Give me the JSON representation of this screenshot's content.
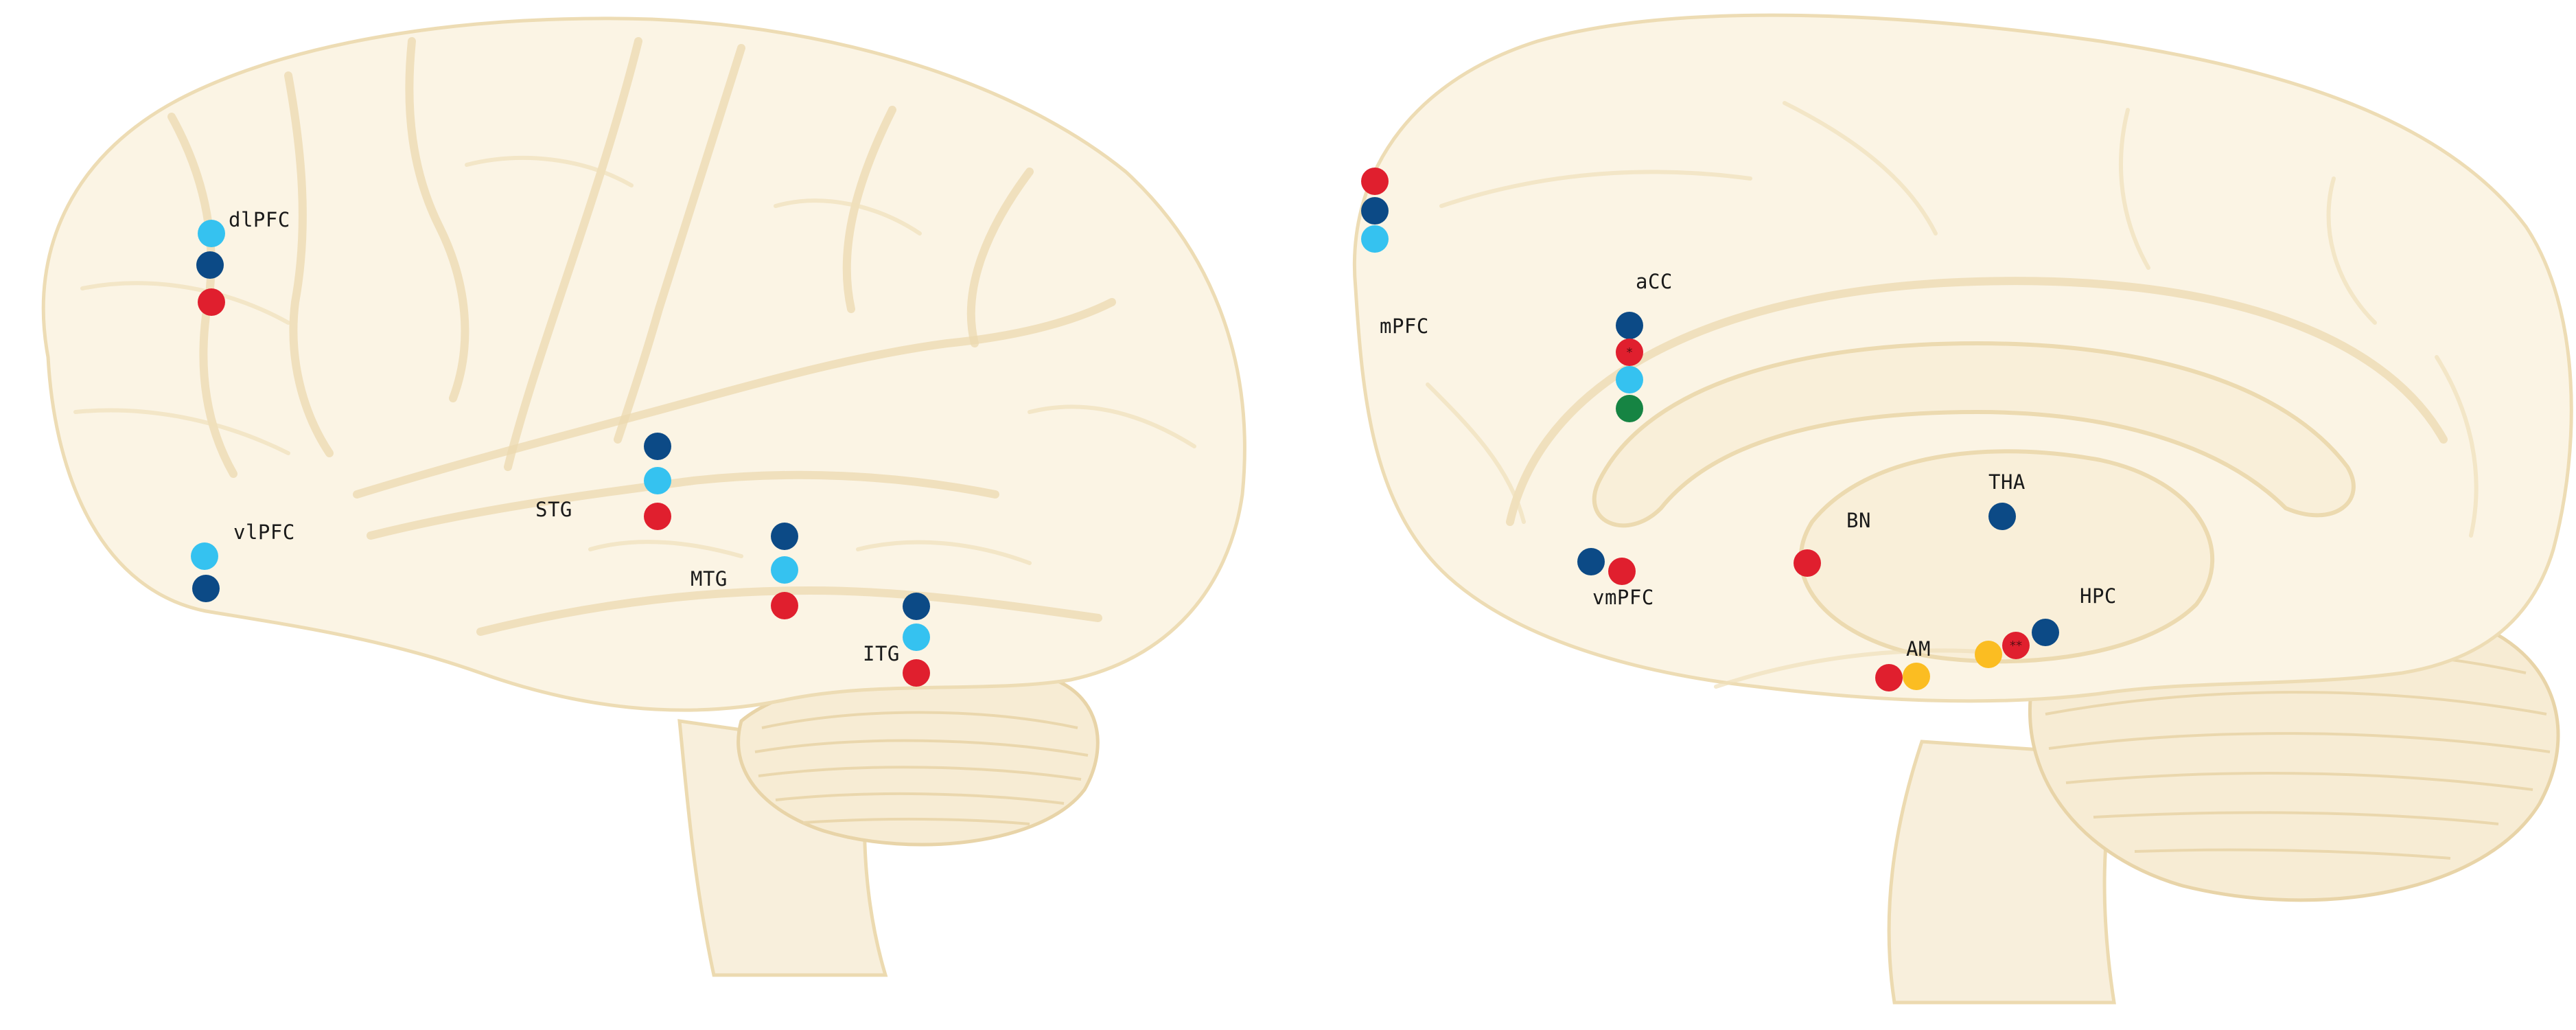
{
  "colors": {
    "dark_blue": "#0c4a86",
    "light_blue": "#35c2f0",
    "red": "#e01f2e",
    "green": "#168443",
    "yellow": "#fbbd22",
    "brain_fill": "#fbf4e4",
    "brain_outline": "#eddcb4"
  },
  "lateral_view": {
    "regions": [
      {
        "id": "dlPFC",
        "label": "dlPFC",
        "dots": [
          "light_blue",
          "dark_blue",
          "red"
        ],
        "stars": [
          0,
          0,
          0
        ]
      },
      {
        "id": "vlPFC",
        "label": "vlPFC",
        "dots": [
          "light_blue",
          "dark_blue"
        ],
        "stars": [
          0,
          0
        ]
      },
      {
        "id": "STG",
        "label": "STG",
        "dots": [
          "dark_blue",
          "light_blue",
          "red"
        ],
        "stars": [
          0,
          0,
          0
        ]
      },
      {
        "id": "MTG",
        "label": "MTG",
        "dots": [
          "dark_blue",
          "light_blue",
          "red"
        ],
        "stars": [
          0,
          0,
          0
        ]
      },
      {
        "id": "ITG",
        "label": "ITG",
        "dots": [
          "dark_blue",
          "light_blue",
          "red"
        ],
        "stars": [
          0,
          0,
          0
        ]
      }
    ]
  },
  "medial_view": {
    "regions": [
      {
        "id": "mPFC",
        "label": "mPFC",
        "dots": [
          "red",
          "dark_blue",
          "light_blue"
        ],
        "stars": [
          0,
          0,
          0
        ]
      },
      {
        "id": "aCC",
        "label": "aCC",
        "dots": [
          "dark_blue",
          "red",
          "light_blue",
          "green"
        ],
        "stars": [
          0,
          1,
          0,
          0
        ]
      },
      {
        "id": "vmPFC",
        "label": "vmPFC",
        "dots": [
          "dark_blue",
          "red"
        ],
        "stars": [
          0,
          0
        ]
      },
      {
        "id": "BN",
        "label": "BN",
        "dots": [
          "red"
        ],
        "stars": [
          0
        ]
      },
      {
        "id": "THA",
        "label": "THA",
        "dots": [
          "dark_blue"
        ],
        "stars": [
          0
        ]
      },
      {
        "id": "AM",
        "label": "AM",
        "dots": [
          "red",
          "yellow"
        ],
        "stars": [
          0,
          0
        ]
      },
      {
        "id": "HPC",
        "label": "HPC",
        "dots": [
          "yellow",
          "red",
          "dark_blue"
        ],
        "stars": [
          0,
          2,
          0
        ]
      }
    ]
  }
}
